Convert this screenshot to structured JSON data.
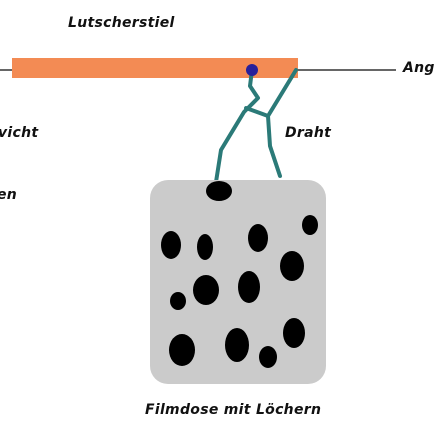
{
  "labels": {
    "stick": "Lutscherstiel",
    "rod": "Ang",
    "weight": "vicht",
    "lower_left": "en",
    "wire": "Draht",
    "can": "Filmdose mit Löchern"
  },
  "colors": {
    "stick": "#f38b54",
    "wire": "#2b7a78",
    "knot": "#27209a",
    "can": "#cbcbcb",
    "hole": "#000000",
    "line": "#333333",
    "text": "#111111"
  }
}
